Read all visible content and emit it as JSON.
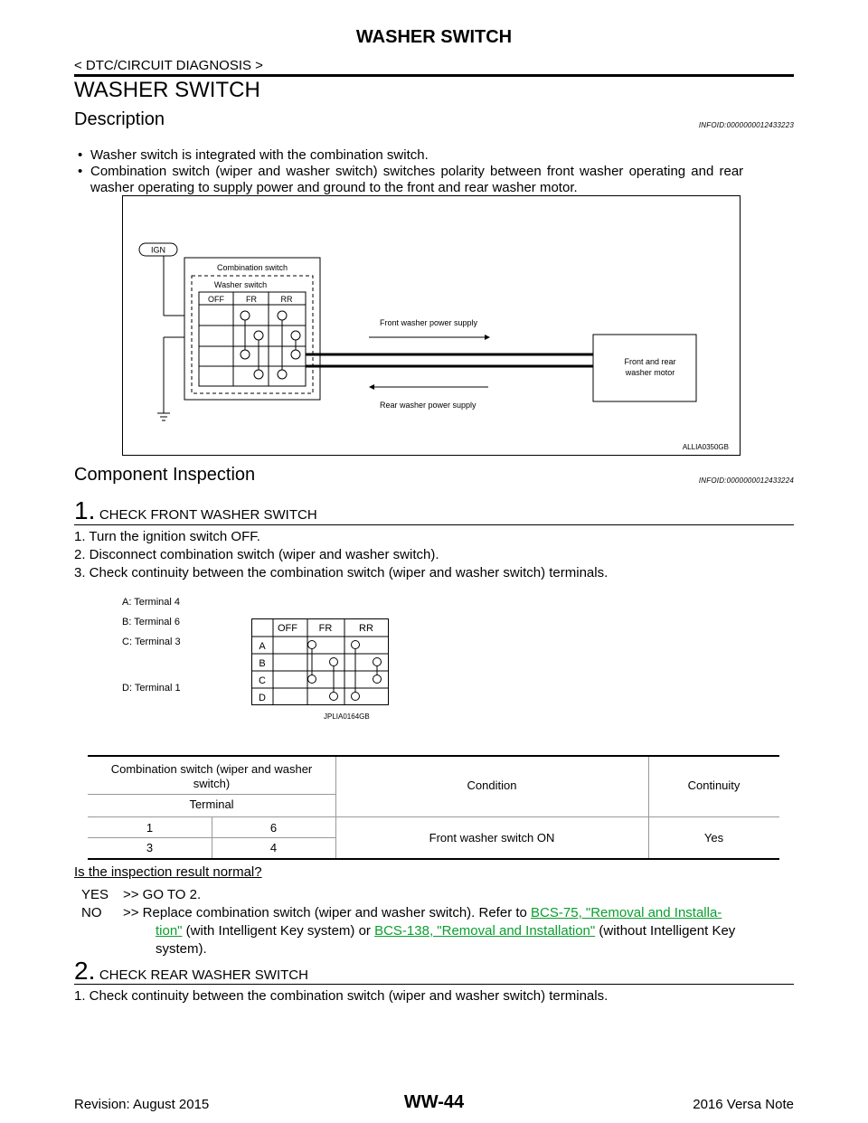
{
  "header": {
    "title": "WASHER SWITCH",
    "breadcrumb": "< DTC/CIRCUIT DIAGNOSIS >"
  },
  "section_title": "WASHER SWITCH",
  "description": {
    "heading": "Description",
    "infoid": "INFOID:0000000012433223",
    "bullets": [
      "Washer switch is integrated with the combination switch.",
      "Combination switch (wiper and washer switch) switches polarity between front washer operating and rear",
      "washer operating to supply power and ground to the front and rear washer motor."
    ]
  },
  "diagram1": {
    "ign": "IGN",
    "combination_switch": "Combination switch",
    "washer_switch": "Washer switch",
    "cols": [
      "OFF",
      "FR",
      "RR"
    ],
    "front_supply": "Front washer power supply",
    "rear_supply": "Rear washer power supply",
    "motor_line1": "Front and rear",
    "motor_line2": "washer motor",
    "code": "ALLIA0350GB"
  },
  "component": {
    "heading": "Component Inspection",
    "infoid": "INFOID:0000000012433224"
  },
  "step1": {
    "num": "1.",
    "title": "CHECK FRONT WASHER SWITCH",
    "items": [
      "1.   Turn the ignition switch OFF.",
      "2.   Disconnect combination switch (wiper and washer switch).",
      "3.   Check continuity between the combination switch (wiper and washer switch) terminals."
    ]
  },
  "diagram2": {
    "labels": [
      "A: Terminal 4",
      "B: Terminal 6",
      "C: Terminal 3",
      "D: Terminal 1"
    ],
    "cols": [
      "OFF",
      "FR",
      "RR"
    ],
    "rows": [
      "A",
      "B",
      "C",
      "D"
    ],
    "code": "JPLIA0164GB"
  },
  "table": {
    "h_combo_1": "Combination switch (wiper and washer",
    "h_combo_2": "switch)",
    "h_condition": "Condition",
    "h_continuity": "Continuity",
    "h_terminal": "Terminal",
    "rows": [
      {
        "a": "1",
        "b": "6"
      },
      {
        "a": "3",
        "b": "4"
      }
    ],
    "condition": "Front washer switch ON",
    "continuity": "Yes"
  },
  "question": "Is the inspection result normal?",
  "yes": {
    "label": "YES",
    "text": ">>  GO TO 2."
  },
  "no": {
    "label": "NO",
    "text_pre": ">>  Replace combination switch (wiper and washer switch). Refer to ",
    "link1a": "BCS-75, \"Removal and Installa-",
    "link1b": "tion\"",
    "text_mid": " (with Intelligent Key system) or ",
    "link2": "BCS-138, \"Removal and Installation\"",
    "text_post": " (without Intelligent Key",
    "text_end": "system)."
  },
  "step2": {
    "num": "2.",
    "title": "CHECK REAR WASHER SWITCH",
    "items": [
      "1.   Check continuity between the combination switch (wiper and washer switch) terminals."
    ]
  },
  "footer": {
    "revision": "Revision: August 2015",
    "code": "WW-44",
    "model": "2016 Versa Note"
  },
  "colors": {
    "link": "#0a9e2e"
  }
}
